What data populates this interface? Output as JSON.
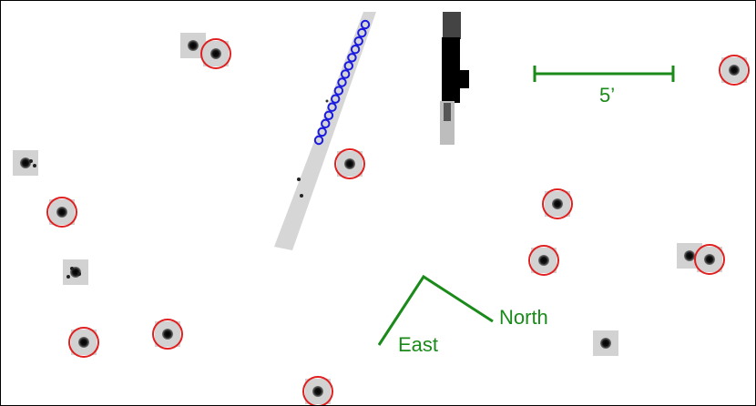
{
  "labels": {
    "scale": "5’",
    "north": "North",
    "east": "East"
  },
  "colors": {
    "annotation": "#1a8a1a",
    "target_circle": "#e02020",
    "track_marker": "#1a1ae0",
    "star": "#111111",
    "patch": "#cfcfcf",
    "background": "#ffffff"
  }
}
